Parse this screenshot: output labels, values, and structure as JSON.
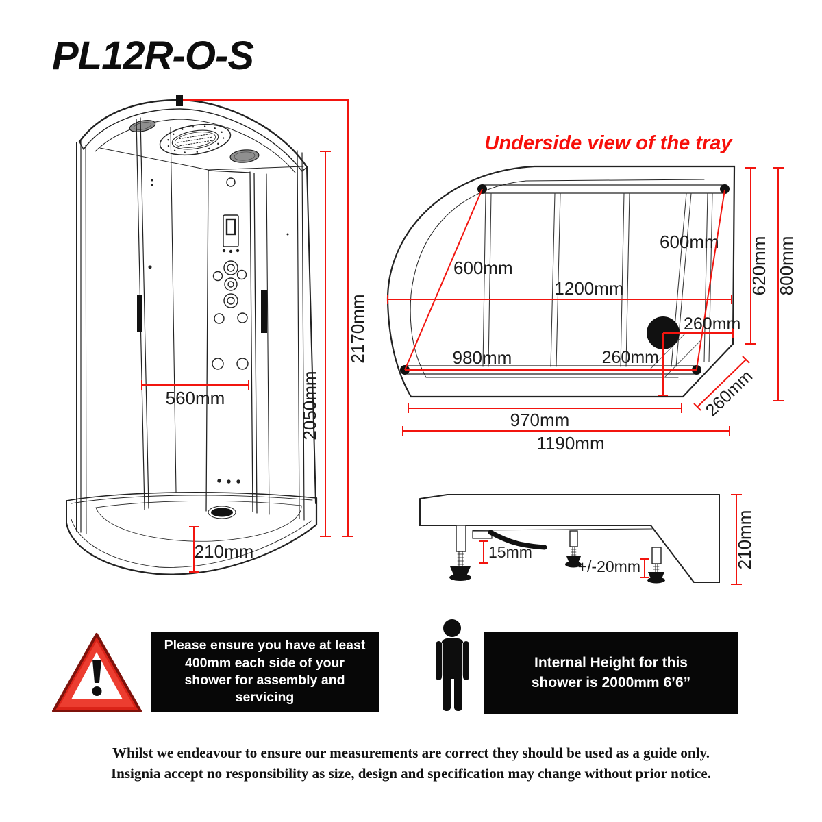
{
  "title": "PL12R-O-S",
  "tray_view": {
    "title": "Underside view of the tray",
    "dims": {
      "diag_left": "600mm",
      "diag_right": "600mm",
      "width": "1200mm",
      "inner_depth": "620mm",
      "overall_depth": "800mm",
      "drain_to_edge": "260mm",
      "drain_to_front": "260mm",
      "bar": "980mm",
      "corner": "260mm",
      "inner_width": "970mm",
      "overall_width": "1190mm"
    }
  },
  "cabin": {
    "dims": {
      "overall_height": "2170mm",
      "internal_height": "2050mm",
      "internal_width": "560mm",
      "tray_height": "210mm"
    }
  },
  "profile": {
    "dims": {
      "clearance": "15mm",
      "adjustment": "+/-20mm",
      "height": "210mm"
    }
  },
  "notices": {
    "clearance_lines": [
      "Please ensure you have at least",
      "400mm each side of your",
      "shower for assembly and",
      "servicing"
    ],
    "height_lines": [
      "Internal Height for this",
      "shower is 2000mm 6’6”"
    ]
  },
  "footer": {
    "line1": "Whilst we endeavour to ensure our measurements are correct they should be used as a guide only.",
    "line2": "Insignia accept no responsibility as size, design and specification may change without prior notice."
  },
  "colors": {
    "dimension_red": "#f2150f",
    "warning_red": "#da2318",
    "ink": "#1c1c1c",
    "panel_bg": "#070707",
    "panel_text": "#ffffff"
  }
}
